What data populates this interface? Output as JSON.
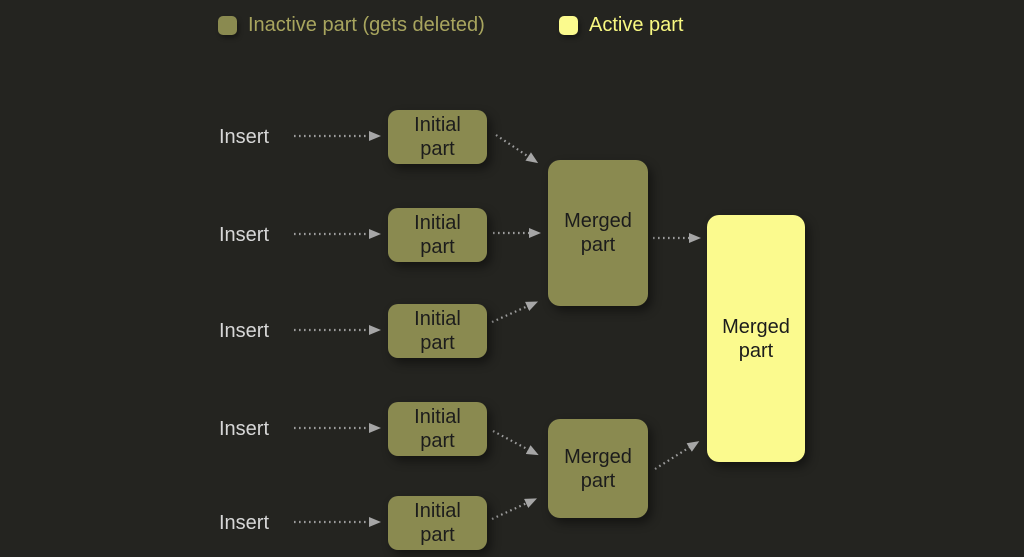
{
  "legend": {
    "inactive": {
      "label": "Inactive part (gets deleted)"
    },
    "active": {
      "label": "Active part"
    }
  },
  "nodes": {
    "inserts": [
      "Insert",
      "Insert",
      "Insert",
      "Insert",
      "Insert"
    ],
    "initials": [
      "Initial\npart",
      "Initial\npart",
      "Initial\npart",
      "Initial\npart",
      "Initial\npart"
    ],
    "merged_intermediate": [
      "Merged\npart",
      "Merged\npart"
    ],
    "merged_final": "Merged\npart"
  },
  "colors": {
    "background": "#242420",
    "inactive_fill": "#8a8a50",
    "active_fill": "#fbfa8e",
    "inactive_legend_text": "#a8a55e",
    "active_legend_text": "#f8f881",
    "node_text": "#1c1c1c",
    "insert_text": "#d7d7d7",
    "arrow": "#9e9e9e",
    "arrowhead": "#a6a6a6"
  }
}
